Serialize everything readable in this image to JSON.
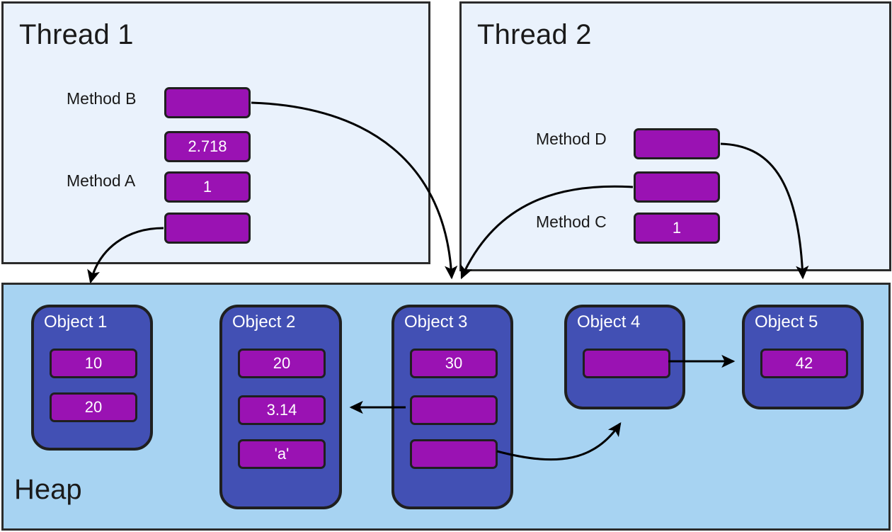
{
  "diagram": {
    "title_thread1": "Thread 1",
    "title_thread2": "Thread 2",
    "title_heap": "Heap",
    "colors": {
      "thread_background": "#EAF2FC",
      "heap_background": "#A7D3F2",
      "object_fill": "#4250B4",
      "slot_fill": "#9A12B3",
      "stroke": "#1f1f1f",
      "text_light": "#ffffff",
      "text_dark": "#1a1a1a"
    }
  },
  "thread1": {
    "title": "Thread 1",
    "frames": [
      {
        "label": "Method B",
        "slots": [
          {
            "value": ""
          },
          {
            "value": "2.718"
          }
        ]
      },
      {
        "label": "Method A",
        "slots": [
          {
            "value": "1"
          },
          {
            "value": ""
          }
        ]
      }
    ],
    "slot_values": [
      "",
      "2.718",
      "1",
      ""
    ],
    "method_labels": [
      "Method B",
      "Method A"
    ]
  },
  "thread2": {
    "title": "Thread 2",
    "frames": [
      {
        "label": "Method D",
        "slots": [
          {
            "value": ""
          },
          {
            "value": ""
          }
        ]
      },
      {
        "label": "Method C",
        "slots": [
          {
            "value": "1"
          }
        ]
      }
    ],
    "slot_values": [
      "",
      "",
      "1"
    ],
    "method_labels": [
      "Method D",
      "Method C"
    ]
  },
  "heap": {
    "title": "Heap",
    "objects": [
      {
        "name": "Object 1",
        "fields": [
          "10",
          "20"
        ]
      },
      {
        "name": "Object 2",
        "fields": [
          "20",
          "3.14",
          "'a'"
        ]
      },
      {
        "name": "Object 3",
        "fields": [
          "30",
          "",
          ""
        ]
      },
      {
        "name": "Object 4",
        "fields": [
          ""
        ]
      },
      {
        "name": "Object 5",
        "fields": [
          "42"
        ]
      }
    ]
  },
  "references": [
    {
      "from": "thread1.method-b.slot0",
      "to": "heap.object-3",
      "style": "curved-arrow"
    },
    {
      "from": "thread1.method-a.slot-last",
      "to": "heap.object-1",
      "style": "curved-arrow"
    },
    {
      "from": "thread2.method-d.slot0",
      "to": "heap.object-5",
      "style": "curved-arrow"
    },
    {
      "from": "thread2.method-d.slot1",
      "to": "heap.object-3",
      "style": "curved-arrow"
    },
    {
      "from": "heap.object-3.field1",
      "to": "heap.object-2",
      "style": "straight-arrow"
    },
    {
      "from": "heap.object-3.field2",
      "to": "heap.object-4",
      "style": "curved-arrow"
    },
    {
      "from": "heap.object-4.field0",
      "to": "heap.object-5",
      "style": "straight-arrow"
    }
  ]
}
